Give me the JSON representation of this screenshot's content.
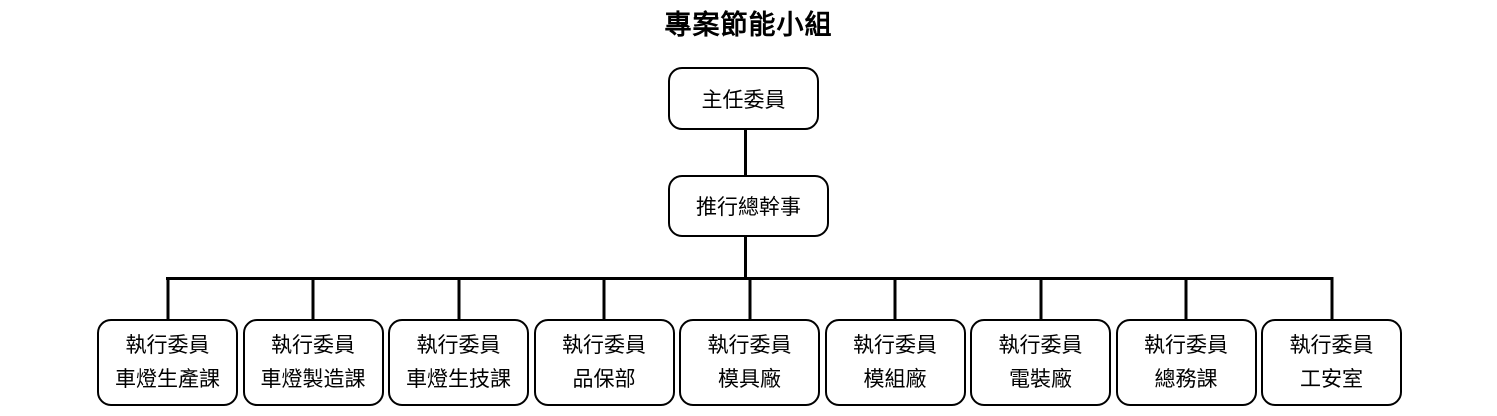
{
  "title": "專案節能小組",
  "nodes": {
    "chairman": "主任委員",
    "secretary": "推行總幹事"
  },
  "members": [
    {
      "role": "執行委員",
      "dept": "車燈生產課"
    },
    {
      "role": "執行委員",
      "dept": "車燈製造課"
    },
    {
      "role": "執行委員",
      "dept": "車燈生技課"
    },
    {
      "role": "執行委員",
      "dept": "品保部"
    },
    {
      "role": "執行委員",
      "dept": "模具廠"
    },
    {
      "role": "執行委員",
      "dept": "模組廠"
    },
    {
      "role": "執行委員",
      "dept": "電裝廠"
    },
    {
      "role": "執行委員",
      "dept": "總務課"
    },
    {
      "role": "執行委員",
      "dept": "工安室"
    }
  ],
  "colors": {
    "line": "#000000",
    "border": "#000000",
    "text": "#000000",
    "background": "#ffffff"
  }
}
